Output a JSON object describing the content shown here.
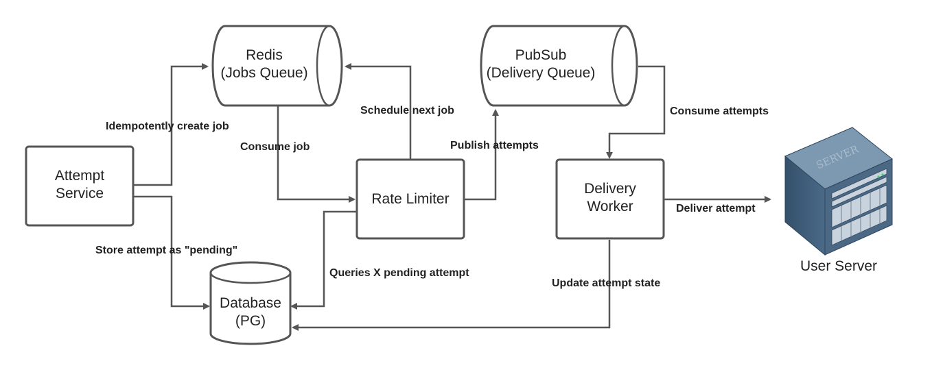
{
  "nodes": {
    "redis": {
      "line1": "Redis",
      "line2": "(Jobs Queue)"
    },
    "pubsub": {
      "line1": "PubSub",
      "line2": "(Delivery Queue)"
    },
    "attempt_service": {
      "line1": "Attempt",
      "line2": "Service"
    },
    "rate_limiter": {
      "line1": "Rate Limiter"
    },
    "delivery_worker": {
      "line1": "Delivery",
      "line2": "Worker"
    },
    "database": {
      "line1": "Database",
      "line2": "(PG)"
    },
    "user_server": {
      "label": "User Server",
      "logo_text": "SERVER",
      "icon": "server-icon"
    }
  },
  "edges": {
    "idempotently_create_job": "Idempotently create job",
    "store_attempt_pending": "Store attempt as \"pending\"",
    "consume_job": "Consume job",
    "schedule_next_job": "Schedule next job",
    "publish_attempts": "Publish attempts",
    "queries_pending": "Queries X pending attempt",
    "consume_attempts": "Consume attempts",
    "deliver_attempt": "Deliver attempt",
    "update_attempt_state": "Update attempt state"
  },
  "colors": {
    "stroke": "#555555",
    "text": "#222222",
    "server_body": "#3f5b76",
    "server_top": "#7d98b1"
  }
}
